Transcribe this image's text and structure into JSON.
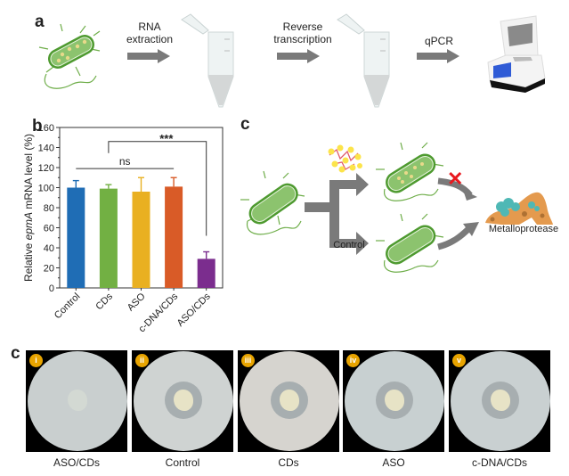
{
  "panel_a": {
    "label": "a",
    "steps": [
      {
        "arrow_label": "RNA\nextraction",
        "line1": "RNA",
        "line2": "extraction"
      },
      {
        "arrow_label": "Reverse\ntranscription",
        "line1": "Reverse",
        "line2": "transcription"
      },
      {
        "arrow_label": "qPCR",
        "line1": "qPCR"
      }
    ],
    "icons": [
      "bacterium-with-cds-icon",
      "microtube-icon",
      "microtube-icon",
      "qpcr-machine-icon"
    ]
  },
  "panel_b": {
    "label": "b"
  },
  "chart_data": {
    "type": "bar",
    "title": "",
    "xlabel": "",
    "ylabel": "Relative epmA mRNA level (%)",
    "ylabel_parts": {
      "pre": "Relative ",
      "italic": "epmA",
      "post": " mRNA level (%)"
    },
    "categories": [
      "Control",
      "CDs",
      "ASO",
      "c-DNA/CDs",
      "ASO/CDs"
    ],
    "values": [
      100,
      99,
      96,
      101,
      29
    ],
    "error": [
      7,
      4,
      14,
      9,
      7
    ],
    "colors": [
      "#1f6db5",
      "#72b043",
      "#e9b021",
      "#d95b27",
      "#7b2d8e"
    ],
    "ylim": [
      0,
      160
    ],
    "yticks": [
      0,
      20,
      40,
      60,
      80,
      100,
      120,
      140,
      160
    ],
    "ytick_labels": [
      "0",
      "20",
      "40",
      "60",
      "80",
      "100",
      "120",
      "140",
      "160"
    ],
    "grid": false,
    "annotations": [
      {
        "type": "line",
        "from": "Control",
        "to": "c-DNA/CDs",
        "y": 119,
        "text": "ns"
      },
      {
        "type": "bracket",
        "from": "CDs",
        "to": "ASO/CDs",
        "y": 146,
        "text": "***"
      }
    ]
  },
  "panel_c_scheme": {
    "label": "c",
    "branch_label": "Control",
    "target_label": "Metalloprotease",
    "blocked_symbol": "✕"
  },
  "panel_c_plates": {
    "label": "c",
    "plates": [
      {
        "badge": "i",
        "label": "ASO/CDs",
        "halo": false,
        "tint": "#c9cfcf"
      },
      {
        "badge": "ii",
        "label": "Control",
        "halo": true,
        "tint": "#cfd3d2"
      },
      {
        "badge": "iii",
        "label": "CDs",
        "halo": true,
        "tint": "#d6d4cf"
      },
      {
        "badge": "iv",
        "label": "ASO",
        "halo": true,
        "tint": "#c8d0d1"
      },
      {
        "badge": "v",
        "label": "c-DNA/CDs",
        "halo": true,
        "tint": "#c9d0d1"
      }
    ]
  }
}
